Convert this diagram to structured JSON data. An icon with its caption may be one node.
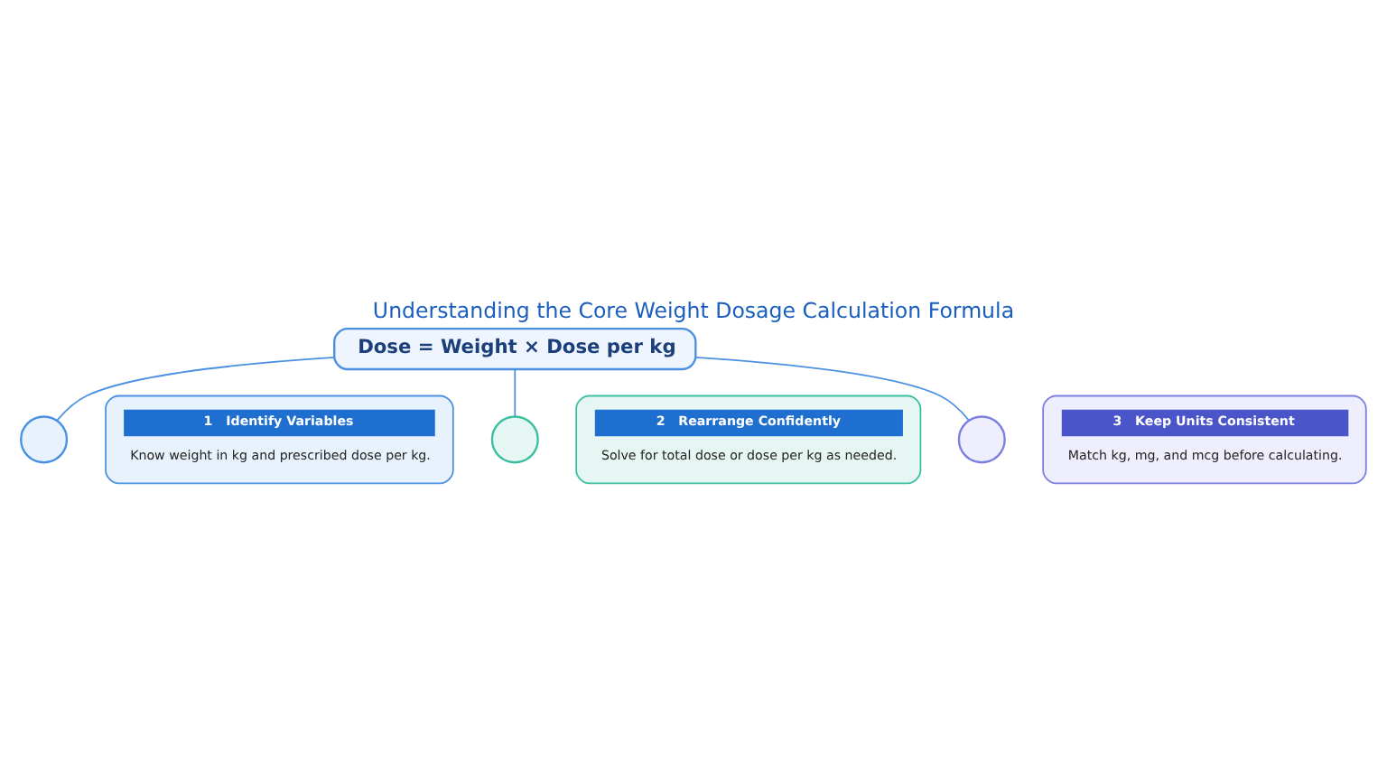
{
  "diagram": {
    "title": "Understanding the Core Weight Dosage Calculation Formula",
    "nodes": [
      {
        "text": [
          "Dose = Weight × Dose per kg"
        ]
      },
      {
        "text": [],
        "shape": "circle"
      },
      {
        "text": [],
        "shape": "circle"
      },
      {
        "text": [],
        "shape": "circle"
      },
      {
        "text": [
          "1",
          "Identify Variables",
          "Know weight in kg and prescribed dose per kg."
        ]
      },
      {
        "text": [
          "2",
          "Rearrange Confidently",
          "Solve for total dose or dose per kg as needed."
        ]
      },
      {
        "text": [
          "3",
          "Keep Units Consistent",
          "Match kg, mg, and mcg before calculating."
        ]
      }
    ],
    "edges": [
      {
        "from": 0,
        "to": 1,
        "arrow": "none"
      },
      {
        "from": 0,
        "to": 2,
        "arrow": "none"
      },
      {
        "from": 0,
        "to": 3,
        "arrow": "none"
      }
    ]
  }
}
